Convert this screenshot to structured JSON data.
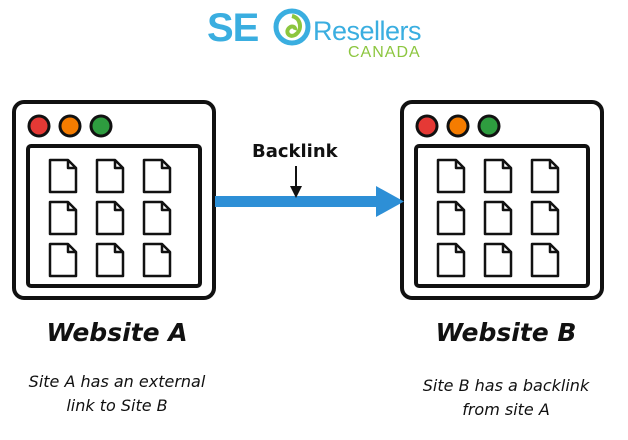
{
  "logo": {
    "seo": "SE",
    "resellers": "Resellers",
    "country": "CANADA",
    "colors": {
      "primary": "#3aaee0",
      "secondary": "#8cc63f"
    }
  },
  "nodes": [
    {
      "id": "site_a",
      "title": "Website A",
      "caption_lines": [
        "Site A has an external",
        "link to Site B"
      ]
    },
    {
      "id": "site_b",
      "title": "Website B",
      "caption_lines": [
        "Site B has a backlink",
        "from site A"
      ]
    }
  ],
  "edges": [
    {
      "from": "site_a",
      "to": "site_b",
      "label": "Backlink",
      "color": "#2d8fd6"
    }
  ],
  "window_buttons": {
    "colors": [
      "#e53935",
      "#f57c00",
      "#2e9c3f"
    ]
  },
  "icons": {
    "window": "browser-window-icon",
    "page": "document-page-icon",
    "arrow": "arrow-right-icon",
    "pointer": "arrow-down-icon"
  }
}
